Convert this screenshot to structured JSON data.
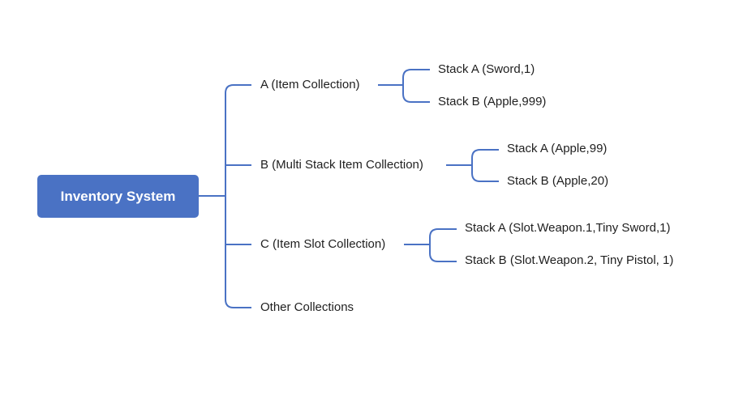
{
  "root": {
    "label": "Inventory System"
  },
  "branches": [
    {
      "label": "A (Item Collection)",
      "children": [
        {
          "label": "Stack A (Sword,1)"
        },
        {
          "label": "Stack B (Apple,999)"
        }
      ]
    },
    {
      "label": "B (Multi Stack Item Collection)",
      "children": [
        {
          "label": "Stack A (Apple,99)"
        },
        {
          "label": "Stack B (Apple,20)"
        }
      ]
    },
    {
      "label": "C (Item Slot Collection)",
      "children": [
        {
          "label": "Stack A (Slot.Weapon.1,Tiny Sword,1)"
        },
        {
          "label": "Stack B (Slot.Weapon.2, Tiny Pistol, 1)"
        }
      ]
    },
    {
      "label": "Other Collections",
      "children": []
    }
  ],
  "colors": {
    "accent": "#4a72c4",
    "text": "#1f1f1f",
    "root_text": "#ffffff"
  }
}
